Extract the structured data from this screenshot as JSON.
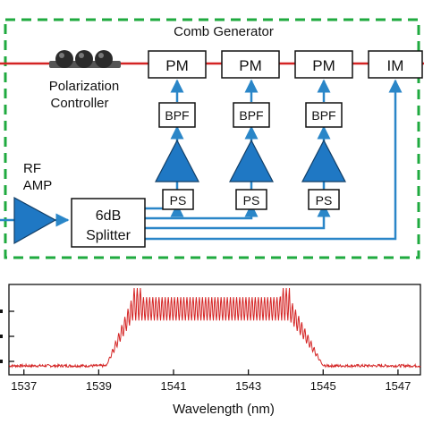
{
  "colors": {
    "optical_line": "#d42424",
    "rf_line": "#2a86c8",
    "amp_fill": "#1f78c4",
    "dashed_box": "#1faa3f",
    "spectrum": "#d42424"
  },
  "diagram": {
    "title": "Comb Generator",
    "polarization_controller": {
      "label_line1": "Polarization",
      "label_line2": "Controller"
    },
    "rf_amp": {
      "label_line1": "RF",
      "label_line2": "AMP"
    },
    "splitter": {
      "label_line1": "6dB",
      "label_line2": "Splitter"
    },
    "modulators": [
      {
        "label": "PM"
      },
      {
        "label": "PM"
      },
      {
        "label": "PM"
      },
      {
        "label": "IM"
      }
    ],
    "filters": [
      {
        "label": "BPF"
      },
      {
        "label": "BPF"
      },
      {
        "label": "BPF"
      }
    ],
    "phase_shifters": [
      {
        "label": "PS"
      },
      {
        "label": "PS"
      },
      {
        "label": "PS"
      }
    ]
  },
  "chart_data": {
    "type": "line",
    "xlabel": "Wavelength (nm)",
    "x_ticks": [
      "1537",
      "1539",
      "1541",
      "1543",
      "1545",
      "1547"
    ],
    "x_tick_values": [
      1537,
      1539,
      1541,
      1543,
      1545,
      1547
    ],
    "xlim": [
      1536.6,
      1547.6
    ],
    "comb": {
      "floor_level": 0.1,
      "plateau_level": 0.86,
      "ripple_min": 0.6,
      "edge_peak": 0.96,
      "rise_start": 1539.2,
      "plateau_start": 1539.9,
      "plateau_end": 1544.1,
      "fall_end": 1545.0,
      "line_spacing_nm": 0.083
    }
  }
}
